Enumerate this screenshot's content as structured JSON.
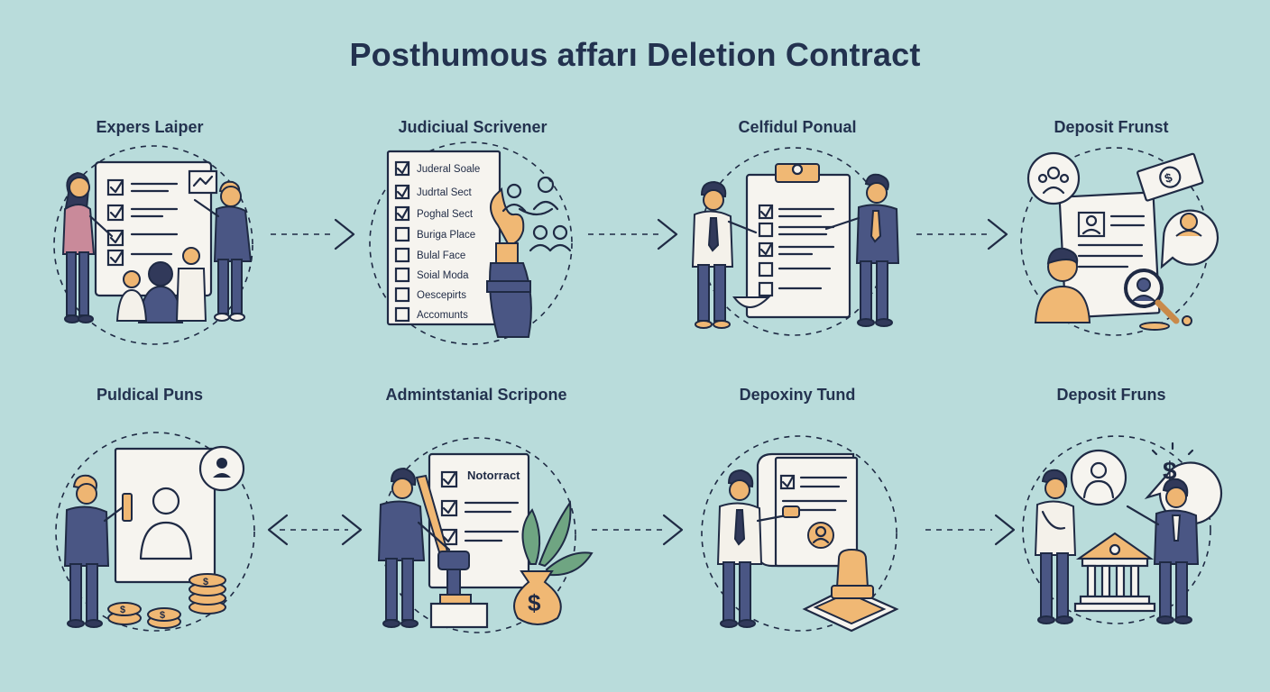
{
  "title": "Posthumous affarı Deletion Contract",
  "steps": [
    {
      "label": "Expers Laiper",
      "icon": "team-checklist-icon"
    },
    {
      "label": "Judiciual Scrivener",
      "icon": "seal-checklist-icon",
      "checklist": [
        "Juderal Soale",
        "Judrtal Sect",
        "Poghal Sect",
        "Buriga Place",
        "Bulal Face",
        "Soial Moda",
        "Oescepirts",
        "Accomunts"
      ]
    },
    {
      "label": "Celfidul Ponual",
      "icon": "clipboard-meeting-icon"
    },
    {
      "label": "Deposit Frunst",
      "icon": "identity-review-icon"
    },
    {
      "label": "Puldical Puns",
      "icon": "portrait-coins-icon"
    },
    {
      "label": "Admintstanial Scripone",
      "icon": "notarized-contract-icon",
      "doc_title": "Notorract"
    },
    {
      "label": "Depoxiny Tund",
      "icon": "stamped-document-icon"
    },
    {
      "label": "Deposit Fruns",
      "icon": "bank-deposit-icon"
    }
  ],
  "currency_symbol": "$",
  "colors": {
    "background": "#b9dcdb",
    "ink": "#1f2a44",
    "accent": "#f0b874",
    "navy": "#4a5684"
  }
}
